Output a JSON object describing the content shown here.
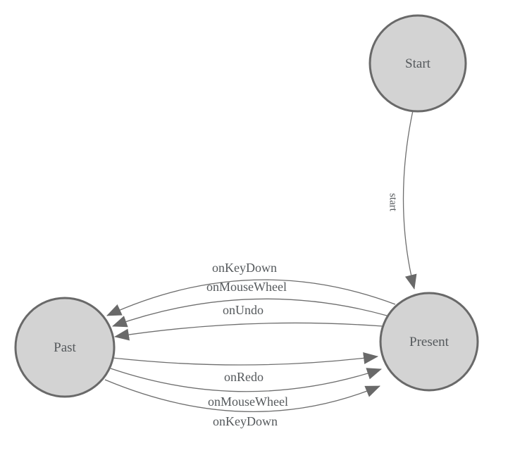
{
  "diagram": {
    "type": "state-machine",
    "nodes": [
      {
        "id": "start",
        "label": "Start"
      },
      {
        "id": "present",
        "label": "Present"
      },
      {
        "id": "past",
        "label": "Past"
      }
    ],
    "edges": [
      {
        "from": "start",
        "to": "present",
        "label": "start"
      },
      {
        "from": "present",
        "to": "past",
        "label": "onKeyDown"
      },
      {
        "from": "present",
        "to": "past",
        "label": "onMouseWheel"
      },
      {
        "from": "present",
        "to": "past",
        "label": "onUndo"
      },
      {
        "from": "past",
        "to": "present",
        "label": "onRedo"
      },
      {
        "from": "past",
        "to": "present",
        "label": "onMouseWheel"
      },
      {
        "from": "past",
        "to": "present",
        "label": "onKeyDown"
      }
    ],
    "colors": {
      "node_fill": "#d3d3d3",
      "node_stroke": "#696969",
      "edge_stroke": "#6e6e6e",
      "arrow_fill": "#696969",
      "label_text": "#55595c",
      "background": "#ffffff"
    }
  }
}
